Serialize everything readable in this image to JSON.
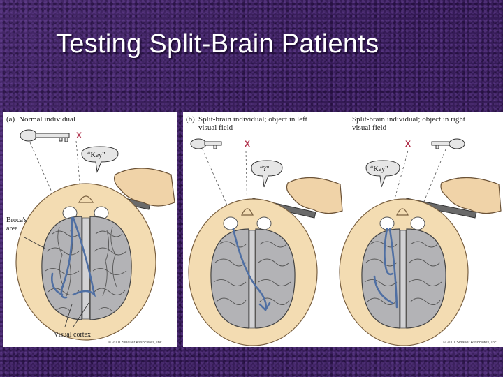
{
  "slide": {
    "title": "Testing Split-Brain Patients"
  },
  "panel_a": {
    "caption_letter": "(a)",
    "caption": "Normal individual",
    "x_mark": "X",
    "bubble": "“Key”",
    "label_broca_1": "Broca's",
    "label_broca_2": "area",
    "label_visual": "Visual cortex",
    "copyright": "© 2001 Sinauer Associates, Inc."
  },
  "panel_b": {
    "caption_letter": "(b)",
    "caption_1": "Split-brain individual; object in left",
    "caption_2": "visual field",
    "x_mark": "X",
    "bubble": "“?”"
  },
  "panel_c": {
    "caption_1": "Split-brain individual; object in right",
    "caption_2": "visual field",
    "x_mark": "X",
    "bubble": "“Key”",
    "copyright": "© 2001 Sinauer Associates, Inc."
  },
  "colors": {
    "background": "#3a1f5c",
    "title": "#ffffff",
    "pathway": "#4f6fa3",
    "x_mark": "#b0324c",
    "hemisphere": "#b3b3b6"
  }
}
